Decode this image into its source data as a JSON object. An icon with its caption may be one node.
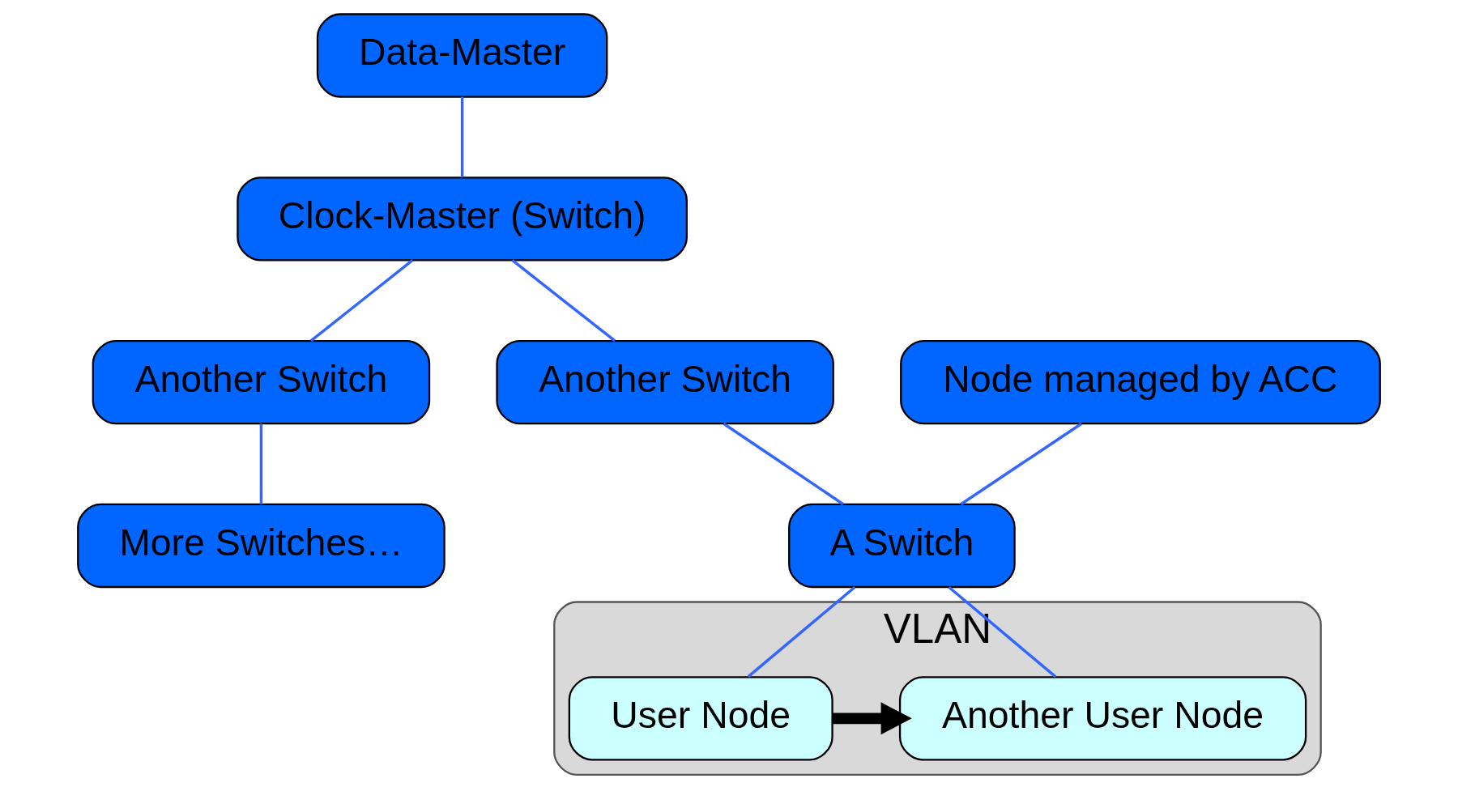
{
  "diagram": {
    "nodes": [
      {
        "text": [
          "Data-Master"
        ]
      },
      {
        "text": [
          "Clock-Master (Switch)"
        ]
      },
      {
        "text": [
          "Another Switch"
        ]
      },
      {
        "text": [
          "Another Switch"
        ]
      },
      {
        "text": [
          "More Switches…"
        ]
      },
      {
        "text": [
          "A Switch"
        ]
      },
      {
        "text": [
          "VLAN"
        ]
      },
      {
        "text": [
          "Another User Node"
        ],
        "in": 6
      },
      {
        "text": [
          "User Node"
        ],
        "in": 6
      },
      {
        "text": [
          "Node managed by ACC"
        ]
      }
    ],
    "edges": [
      {
        "from": 0,
        "to": 1,
        "arrow": "none"
      },
      {
        "from": 1,
        "to": 2,
        "arrow": "none"
      },
      {
        "from": 1,
        "to": 3,
        "arrow": "none"
      },
      {
        "from": 2,
        "to": 4,
        "arrow": "none"
      },
      {
        "from": 3,
        "to": 5,
        "arrow": "none"
      },
      {
        "from": 5,
        "to": 7,
        "arrow": "none"
      },
      {
        "from": 5,
        "to": 8,
        "arrow": "none"
      },
      {
        "from": 9,
        "to": 5,
        "arrow": "none"
      },
      {
        "from": 8,
        "to": 7,
        "arrow": "to",
        "style": "thick",
        "color": "#000000"
      }
    ]
  }
}
